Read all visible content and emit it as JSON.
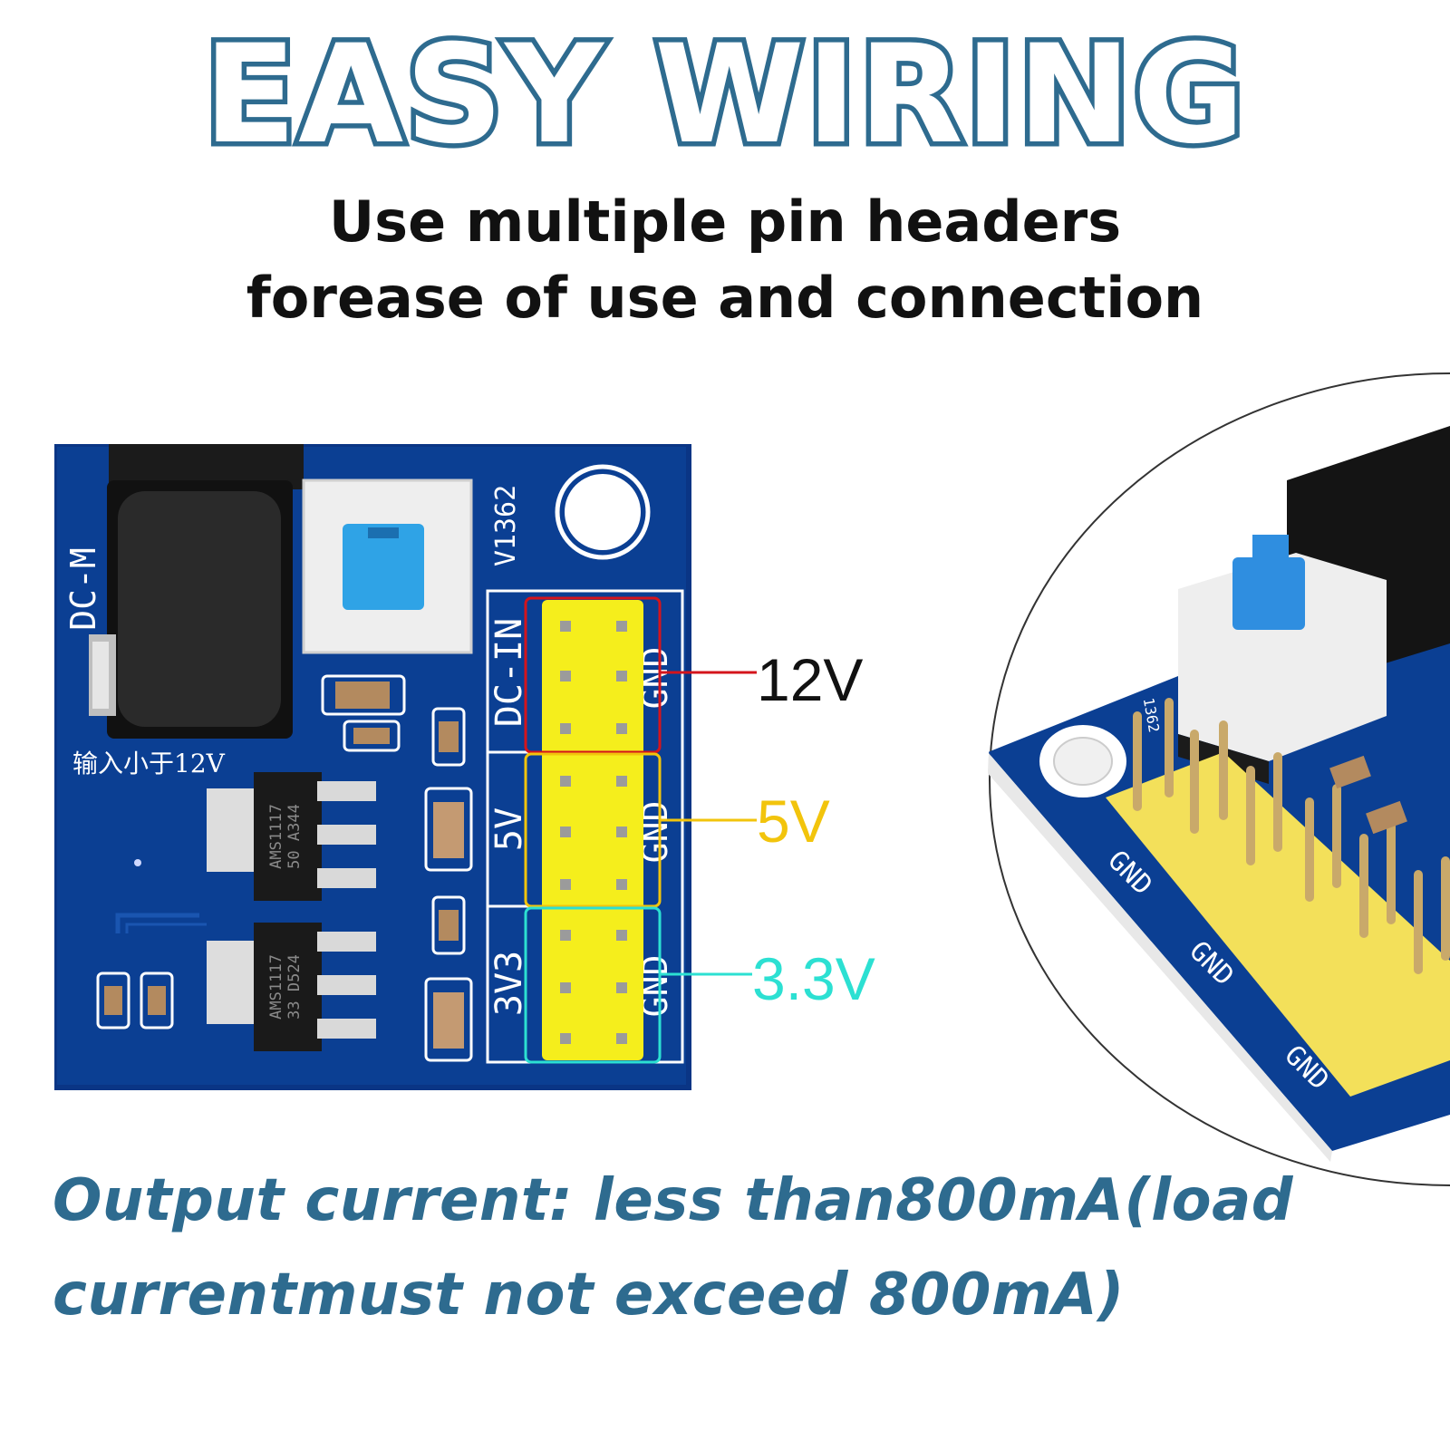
{
  "headline": "EASY WIRING",
  "subtitle": {
    "line1": "Use multiple pin headers",
    "line2": "forease of use and connection"
  },
  "board": {
    "silk_dcm": "DC-M",
    "silk_version": "V1362",
    "silk_input_note": "输入小于12V",
    "chip1_line1": "AMS1117",
    "chip1_line2": "50  A344",
    "chip2_line1": "AMS1117",
    "chip2_line2": "33  D524",
    "header_dcin": "DC-IN",
    "header_5v": "5V",
    "header_3v3": "3V3",
    "header_gnd": "GND"
  },
  "voltage_labels": {
    "v12": "12V",
    "v5": "5V",
    "v33": "3.3V"
  },
  "zoom": {
    "gnd_label": "GND",
    "silk_num": "1362"
  },
  "footer": {
    "line1": "Output current: less than800mA(load",
    "line2": "currentmust not exceed 800mA)"
  },
  "colors": {
    "brand_blue": "#2e6b8f",
    "pcb_blue": "#0b3f93",
    "header_yellow": "#f5ee1c",
    "v12_box": "#d4141c",
    "v5_box": "#f2c40c",
    "v33_box": "#2ce0d2"
  }
}
